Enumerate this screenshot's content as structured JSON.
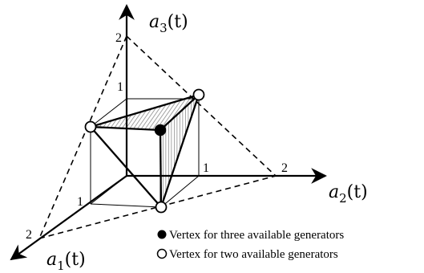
{
  "axes": {
    "a1": {
      "name": "a",
      "sub": "1",
      "arg": "(t)"
    },
    "a2": {
      "name": "a",
      "sub": "2",
      "arg": "(t)"
    },
    "a3": {
      "name": "a",
      "sub": "3",
      "arg": "(t)"
    }
  },
  "ticks": {
    "a1_one": "1",
    "a1_two": "2",
    "a2_one": "1",
    "a2_two": "2",
    "a3_one": "1",
    "a3_two": "2"
  },
  "legend": {
    "filled": "Vertex for three available generators",
    "open": "Vertex for two available generators"
  }
}
